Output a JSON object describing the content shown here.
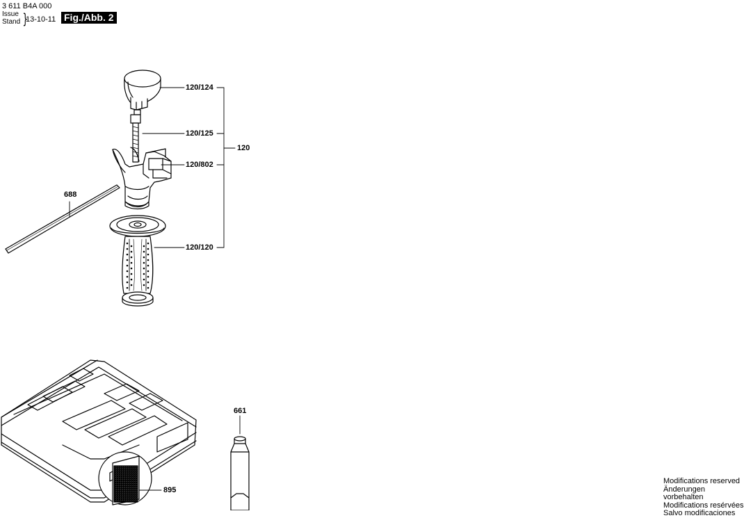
{
  "header": {
    "doc_number": "3 611 B4A 000",
    "issue_label": "Issue",
    "stand_label": "Stand",
    "issue_date": "13-10-11",
    "fig_label": "Fig./Abb. 2"
  },
  "parts": {
    "clamp": "120/124",
    "rod": "120/125",
    "housing": "120/802",
    "assembly": "120",
    "handle": "120/120",
    "depth_stop": "688",
    "grease": "661",
    "case_insert": "895"
  },
  "footer": {
    "line1": "Modifications reserved",
    "line2": "Änderungen vorbehalten",
    "line3": "Modifications resérvées",
    "line4": "Salvo modificaciones"
  }
}
